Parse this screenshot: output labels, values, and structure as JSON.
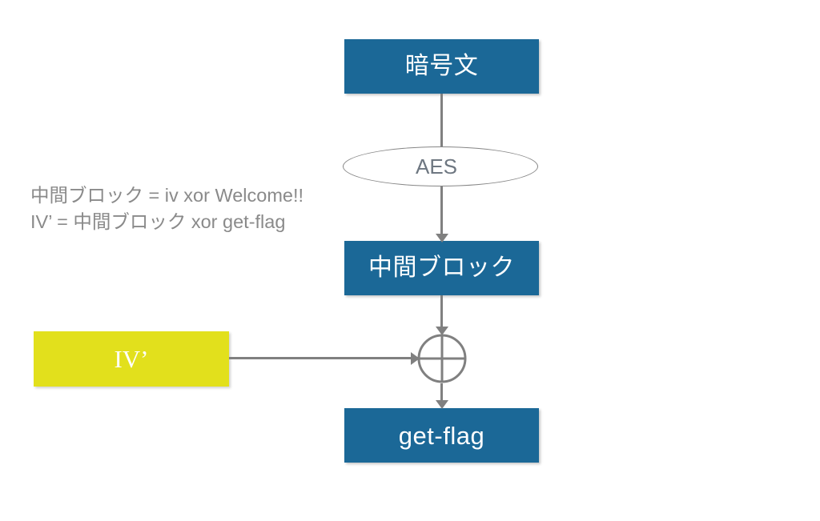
{
  "diagram": {
    "title": "AES CBC padding-oracle IV manipulation flow",
    "colors": {
      "box_fill": "#1b6897",
      "box_text": "#ffffff",
      "iv_fill": "#e2e01c",
      "connector": "#808080",
      "ellipse_stroke": "#868686",
      "ellipse_text": "#6e7781",
      "annotation_text": "#8a8a8a",
      "background": "#ffffff"
    },
    "nodes": {
      "ciphertext": {
        "label": "暗号文",
        "shape": "rectangle"
      },
      "aes": {
        "label": "AES",
        "shape": "ellipse"
      },
      "intermediate": {
        "label": "中間ブロック",
        "shape": "rectangle"
      },
      "iv_prime": {
        "label": "IV’",
        "shape": "rectangle"
      },
      "xor": {
        "label": "xor-operator",
        "shape": "circle-plus"
      },
      "get_flag": {
        "label": "get-flag",
        "shape": "rectangle"
      }
    },
    "annotation": {
      "line1": "中間ブロック = iv xor Welcome!!",
      "line2": "IV’ = 中間ブロック xor get-flag"
    },
    "edges": [
      {
        "from": "ciphertext",
        "to": "aes",
        "direction": "down"
      },
      {
        "from": "aes",
        "to": "intermediate",
        "direction": "down"
      },
      {
        "from": "intermediate",
        "to": "xor",
        "direction": "down"
      },
      {
        "from": "iv_prime",
        "to": "xor",
        "direction": "right"
      },
      {
        "from": "xor",
        "to": "get_flag",
        "direction": "down"
      }
    ]
  }
}
